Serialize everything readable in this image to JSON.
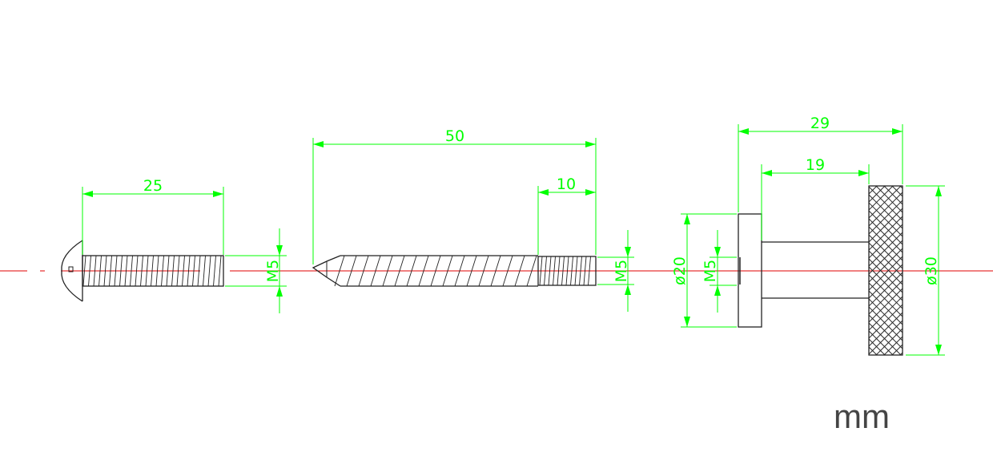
{
  "drawing": {
    "unit_label": "mm",
    "colors": {
      "dimension": "#00ff00",
      "centerline": "#e00000",
      "outline": "#222222",
      "unit_text": "#444444"
    },
    "bolt": {
      "length_label": "25",
      "thread_label": "M5"
    },
    "screw": {
      "length_label": "50",
      "thread_length_label": "10",
      "thread_label": "M5"
    },
    "knob": {
      "overall_length_label": "29",
      "shaft_length_label": "19",
      "flange_diameter_label": "ø20",
      "thread_label": "M5",
      "knob_diameter_label": "ø30"
    }
  }
}
